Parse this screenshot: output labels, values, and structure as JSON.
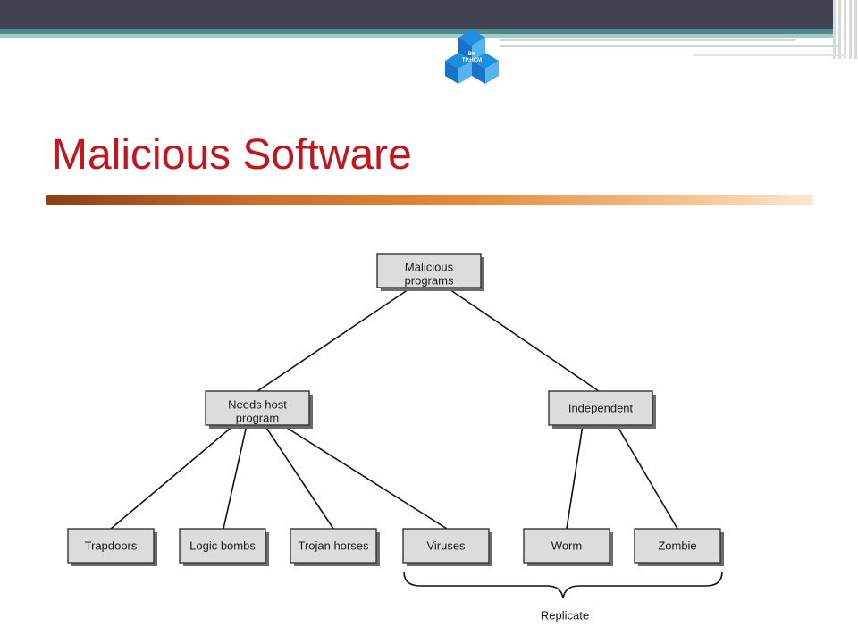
{
  "slide": {
    "title": "Malicious Software",
    "logo_text_line1": "BK",
    "logo_text_line2": "TP.HCM"
  },
  "colors": {
    "title": "#c0171e",
    "node_fill": "#dcdcdc",
    "node_stroke": "#333333",
    "node_shadow": "#6b6b6b",
    "logo": "#1673c9"
  },
  "diagram": {
    "nodes": {
      "root": [
        "Malicious",
        "programs"
      ],
      "needs_host": [
        "Needs host",
        "program"
      ],
      "independent": [
        "Independent"
      ],
      "trapdoors": [
        "Trapdoors"
      ],
      "logic_bombs": [
        "Logic bombs"
      ],
      "trojan_horses": [
        "Trojan horses"
      ],
      "viruses": [
        "Viruses"
      ],
      "worm": [
        "Worm"
      ],
      "zombie": [
        "Zombie"
      ]
    },
    "brace_label": "Replicate"
  }
}
